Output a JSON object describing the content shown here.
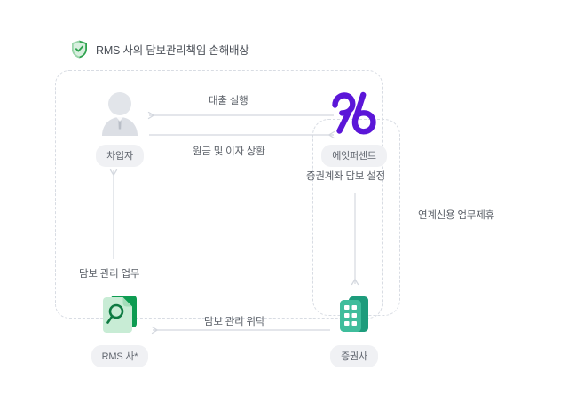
{
  "diagram": {
    "title": {
      "icon": "shield-check-icon",
      "text": "RMS 사의 담보관리책임 손해배상"
    },
    "nodes": [
      {
        "id": "borrower",
        "label": "차입자",
        "icon": "person-avatar-icon"
      },
      {
        "id": "eightpercent",
        "label": "에잇퍼센트",
        "icon": "eightpercent-logo-icon"
      },
      {
        "id": "rms",
        "label": "RMS 사*",
        "icon": "document-search-icon"
      },
      {
        "id": "securities",
        "label": "증권사",
        "icon": "building-icon"
      }
    ],
    "connectors": [
      {
        "id": "loan",
        "label": "대출 실행",
        "from": "eightpercent",
        "to": "borrower",
        "direction": "left"
      },
      {
        "id": "repay",
        "label": "원금 및 이자 상환",
        "from": "borrower",
        "to": "eightpercent",
        "direction": "right"
      },
      {
        "id": "collateral",
        "label": "증권계좌 담보 설정",
        "from": "eightpercent",
        "to": "securities",
        "direction": "down"
      },
      {
        "id": "partnership",
        "label": "연계신용 업무제휴",
        "from": "eightpercent",
        "to": "securities",
        "direction": "none"
      },
      {
        "id": "manage",
        "label": "담보 관리 업무",
        "from": "rms",
        "to": "borrower",
        "direction": "up"
      },
      {
        "id": "entrust",
        "label": "담보 관리 위탁",
        "from": "securities",
        "to": "rms",
        "direction": "left"
      }
    ],
    "colors": {
      "background": "#ffffff",
      "arrow": "#d4d8df",
      "dashed_border": "#d8dce3",
      "text": "#5b6068",
      "pill_background": "#f0f1f4",
      "brand_purple": "#5b16d8",
      "brand_green_dark": "#0e9c52",
      "brand_green_light": "#b9e5c8",
      "teal": "#37b393",
      "teal_dark": "#1d9c7c",
      "avatar_gray": "#dfe2e7"
    }
  }
}
